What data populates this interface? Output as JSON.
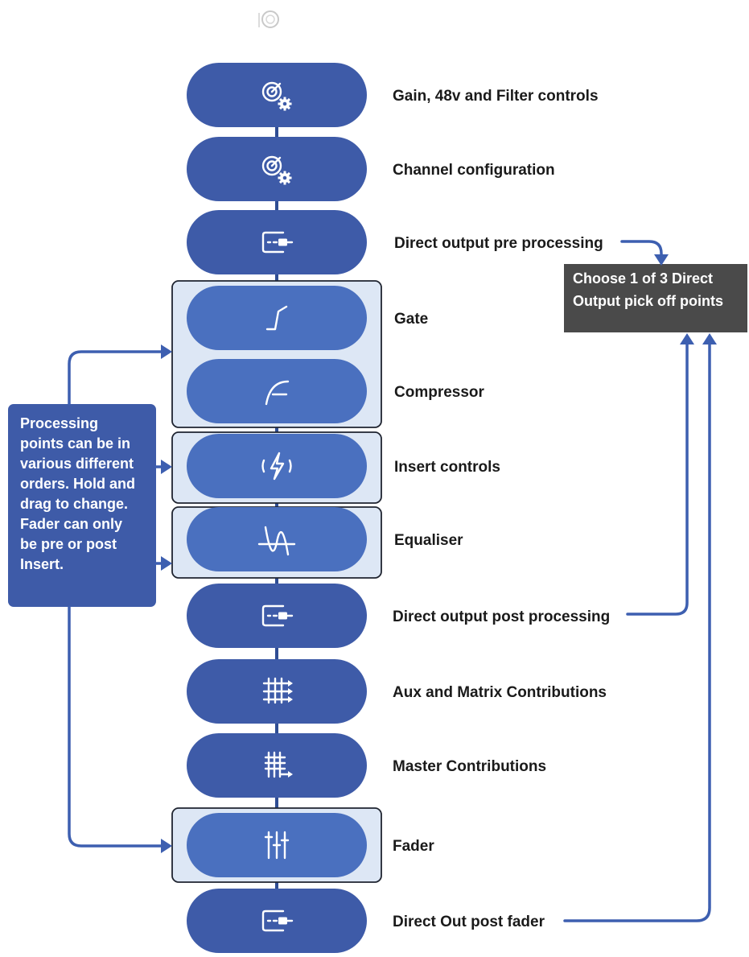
{
  "colors": {
    "pill": "#3e5ba8",
    "pill_active": "#4a70bf",
    "group_bg": "#dde7f5",
    "group_border": "#1f2430",
    "connector": "#2f4d93",
    "arrow": "#3d5fb0",
    "note_box": "#3e5ba8",
    "output_box": "#4a4a4a"
  },
  "stages": [
    {
      "label": "Gain, 48v and Filter controls",
      "icon": "gain-settings-icon"
    },
    {
      "label": "Channel configuration",
      "icon": "channel-settings-icon"
    },
    {
      "label": "Direct output pre processing",
      "icon": "direct-output-icon"
    },
    {
      "label": "Gate",
      "icon": "gate-icon"
    },
    {
      "label": "Compressor",
      "icon": "compressor-icon"
    },
    {
      "label": "Insert controls",
      "icon": "insert-icon"
    },
    {
      "label": "Equaliser",
      "icon": "equaliser-icon"
    },
    {
      "label": "Direct output post processing",
      "icon": "direct-output-icon"
    },
    {
      "label": "Aux and Matrix Contributions",
      "icon": "aux-matrix-icon"
    },
    {
      "label": "Master Contributions",
      "icon": "master-icon"
    },
    {
      "label": "Fader",
      "icon": "fader-icon"
    },
    {
      "label": "Direct Out post fader",
      "icon": "direct-output-icon"
    }
  ],
  "notes": {
    "processing": {
      "lines": [
        "Processing",
        "points can be in",
        "various different",
        "orders. Hold and",
        "drag to change.",
        "Fader can only",
        "be pre or post",
        "Insert."
      ]
    },
    "pickoff": {
      "lines": [
        "Choose 1 of 3 Direct",
        "Output pick off points"
      ]
    }
  },
  "header_logo": "logo-icon"
}
